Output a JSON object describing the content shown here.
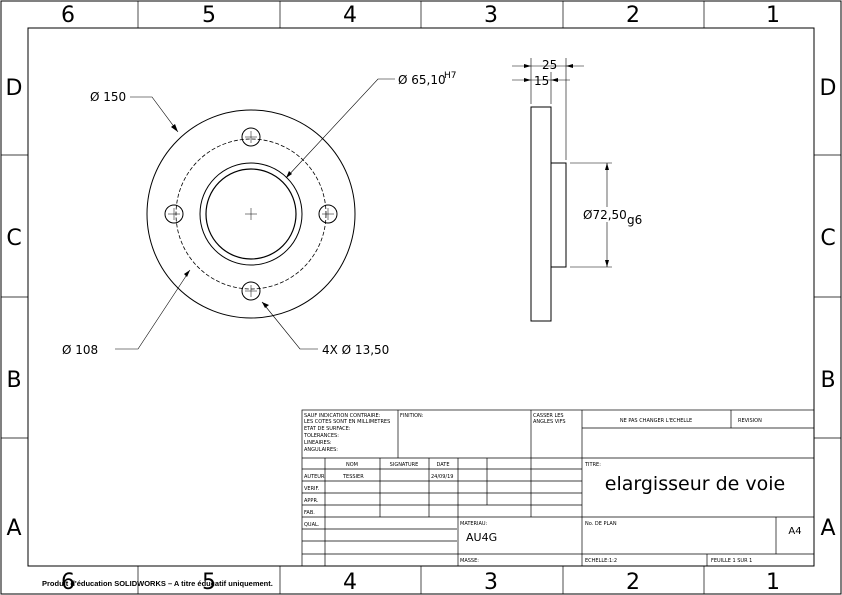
{
  "zones": {
    "columns": [
      "6",
      "5",
      "4",
      "3",
      "2",
      "1"
    ],
    "rows": [
      "D",
      "C",
      "B",
      "A"
    ]
  },
  "dimensions": {
    "outer_diameter": "Ø 150",
    "bore_diameter": "Ø 65,10",
    "bore_tolerance": "H7",
    "bolt_circle": "Ø 108",
    "holes": "4X  Ø 13,50",
    "width_total": "25",
    "width_flange": "15",
    "spigot_diameter": "Ø72,50",
    "spigot_tolerance": "g6"
  },
  "title_block": {
    "general_notes": [
      "SAUF INDICATION CONTRAIRE:",
      "LES COTES SONT EN MILLIMETRES",
      "ETAT DE SURFACE:",
      "TOLERANCES:",
      "   LINEAIRES:",
      "   ANGULAIRES:"
    ],
    "finish_label": "FINITION:",
    "edges_label": [
      "CASSER LES",
      "ANGLES VIFS"
    ],
    "scale_note": "NE PAS CHANGER L'ECHELLE",
    "revision_label": "REVISION",
    "headers": {
      "name": "NOM",
      "signature": "SIGNATURE",
      "date": "DATE"
    },
    "rows": {
      "author": "AUTEUR",
      "verified": "VERIF.",
      "approved": "APPR.",
      "manufactured": "FAB.",
      "quality": "QUAL."
    },
    "author_name": "TESSIER",
    "author_date": "24/09/19",
    "title_label": "TITRE:",
    "title": "elargisseur de voie",
    "material_label": "MATERIAU:",
    "material": "AU4G",
    "drawing_number_label": "No. DE PLAN",
    "sheet_size": "A4",
    "mass_label": "MASSE:",
    "scale": "ECHELLE:1:2",
    "sheet": "FEUILLE 1 SUR 1"
  },
  "watermark": "Produit d'éducation SOLIDWORKS – A titre éducatif uniquement."
}
